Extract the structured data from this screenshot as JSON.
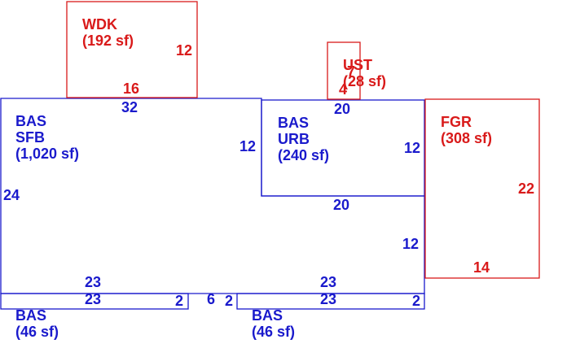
{
  "colors": {
    "living_area": "#1a1acc",
    "non_living_area": "#d91a1a",
    "background": "#ffffff"
  },
  "areas": {
    "bas_sfb": {
      "code": "BAS",
      "subcode": "SFB",
      "area": "(1,020 sf)"
    },
    "bas_urb": {
      "code": "BAS",
      "subcode": "URB",
      "area": "(240 sf)"
    },
    "bas_left_strip": {
      "code": "BAS",
      "area": "(46 sf)"
    },
    "bas_right_strip": {
      "code": "BAS",
      "area": "(46 sf)"
    },
    "wdk": {
      "code": "WDK",
      "area": "(192 sf)"
    },
    "ust": {
      "code": "UST",
      "area": "(28 sf)"
    },
    "fgr": {
      "code": "FGR",
      "area": "(308 sf)"
    }
  },
  "dimensions": {
    "sfb_top": "32",
    "sfb_left": "24",
    "sfb_right": "12",
    "urb_top": "20",
    "urb_right": "12",
    "urb_bottom": "20",
    "lower_right": "12",
    "left_strip_top": "23",
    "left_strip_bottom": "23",
    "left_strip_end": "2",
    "gap": "6",
    "right_strip_start": "2",
    "right_strip_top": "23",
    "right_strip_bottom": "23",
    "right_strip_end": "2",
    "wdk_right": "12",
    "wdk_bottom": "16",
    "ust_side": "4",
    "ust_top": "7",
    "fgr_right": "22",
    "fgr_bottom": "14"
  }
}
